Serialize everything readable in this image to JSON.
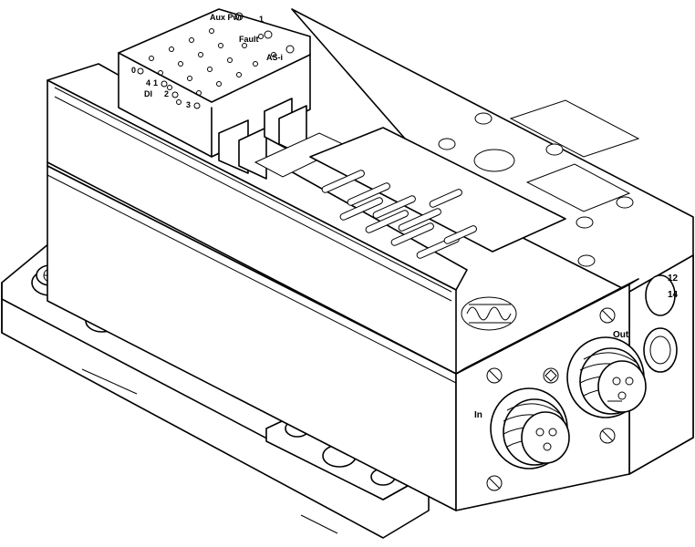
{
  "module_labels": {
    "aux_pwr": "Aux Pwr",
    "fault": "Fault",
    "fault_num": "1",
    "as_i": "AS-i",
    "di_num": "4",
    "di": "DI",
    "ch0": "0",
    "ch1": "1",
    "ch2": "2",
    "ch3": "3"
  },
  "connector_labels": {
    "in": "In",
    "out": "Out"
  },
  "port_labels": {
    "port_12": "12",
    "port_14": "14"
  }
}
